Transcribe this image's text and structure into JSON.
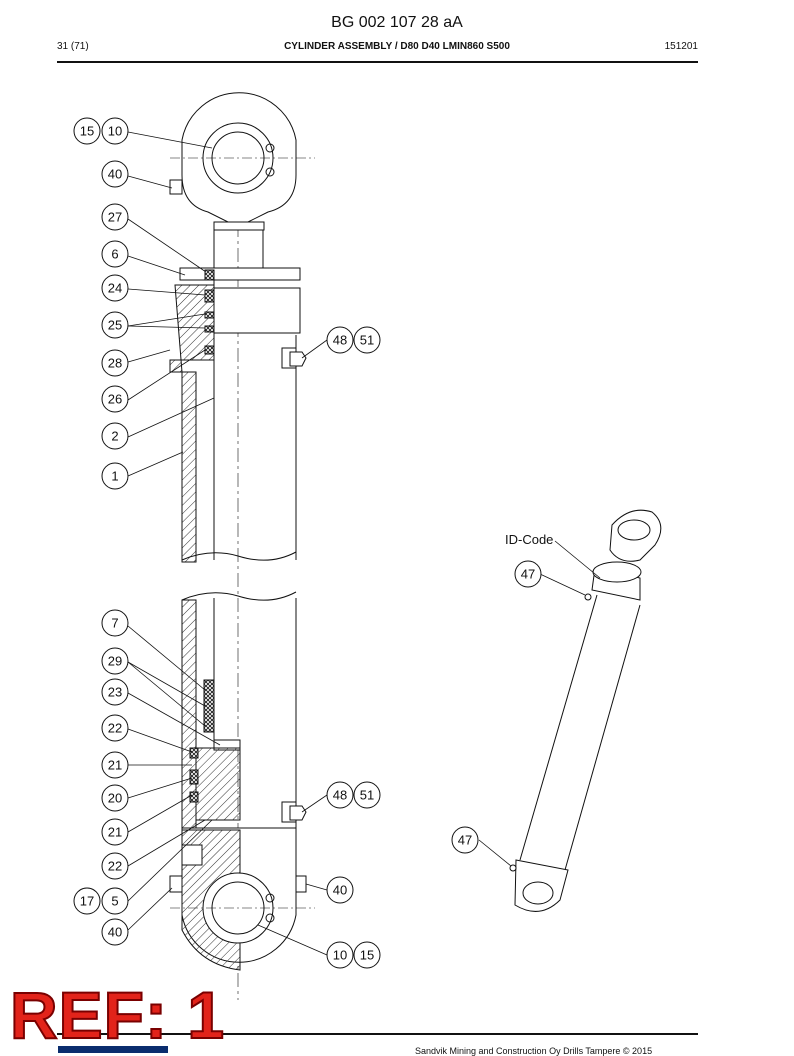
{
  "header": {
    "doc_code": "BG 002 107 28 aA",
    "page": "31 (71)",
    "title": "CYLINDER ASSEMBLY / D80 D40 LMIN860 S500",
    "number": "151201"
  },
  "footer": {
    "copyright": "Sandvik Mining and Construction Oy Drills Tampere © 2015",
    "stamp": "REF: 1"
  },
  "drawing": {
    "id_code_label": "ID-Code",
    "callouts": [
      "15",
      "10",
      "40",
      "27",
      "6",
      "24",
      "25",
      "28",
      "26",
      "2",
      "1",
      "48",
      "51",
      "7",
      "29",
      "23",
      "22",
      "21",
      "20",
      "21",
      "22",
      "17",
      "5",
      "40",
      "48",
      "51",
      "40",
      "10",
      "15",
      "47",
      "47"
    ]
  }
}
